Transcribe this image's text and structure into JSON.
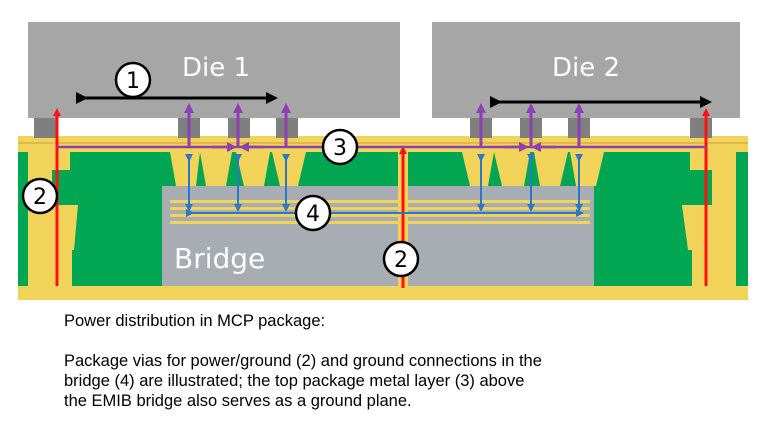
{
  "diagram": {
    "die1_label": "Die 1",
    "die2_label": "Die 2",
    "bridge_label": "Bridge",
    "callouts": [
      "1",
      "2",
      "3",
      "4"
    ],
    "colors": {
      "die": "#a6a6a6",
      "bridge": "#a8adb3",
      "substrate": "#00a651",
      "metal": "#f2d35a",
      "bump": "#7f7f7f",
      "power_arrow": "#ff1111",
      "signal_arrow": "#8e3fb0",
      "ground_arrow": "#2b78c8"
    }
  },
  "caption": {
    "title": "Power distribution in MCP package:",
    "line1": "Package vias for power/ground (2) and ground connections in the",
    "line2": "bridge (4) are illustrated;  the top package metal layer (3) above",
    "line3": "the EMIB bridge also serves as a ground plane."
  }
}
